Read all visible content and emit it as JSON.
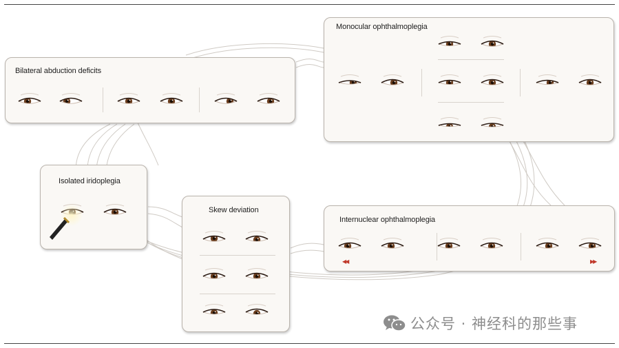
{
  "panels": {
    "bilateral": {
      "title": "Bilateral abduction deficits"
    },
    "monocular": {
      "title": "Monocular ophthalmoplegia"
    },
    "iridoplegia": {
      "title": "Isolated iridoplegia"
    },
    "skew": {
      "title": "Skew deviation"
    },
    "internuclear": {
      "title": "Internuclear ophthalmoplegia"
    }
  },
  "watermark": {
    "text": "公众号 · 神经科的那些事",
    "icon": "wechat-icon"
  },
  "colors": {
    "iris": "#6b3e1e",
    "panel": "#faf8f5",
    "border": "#b9b3ac",
    "arrow": "#c0392b"
  }
}
